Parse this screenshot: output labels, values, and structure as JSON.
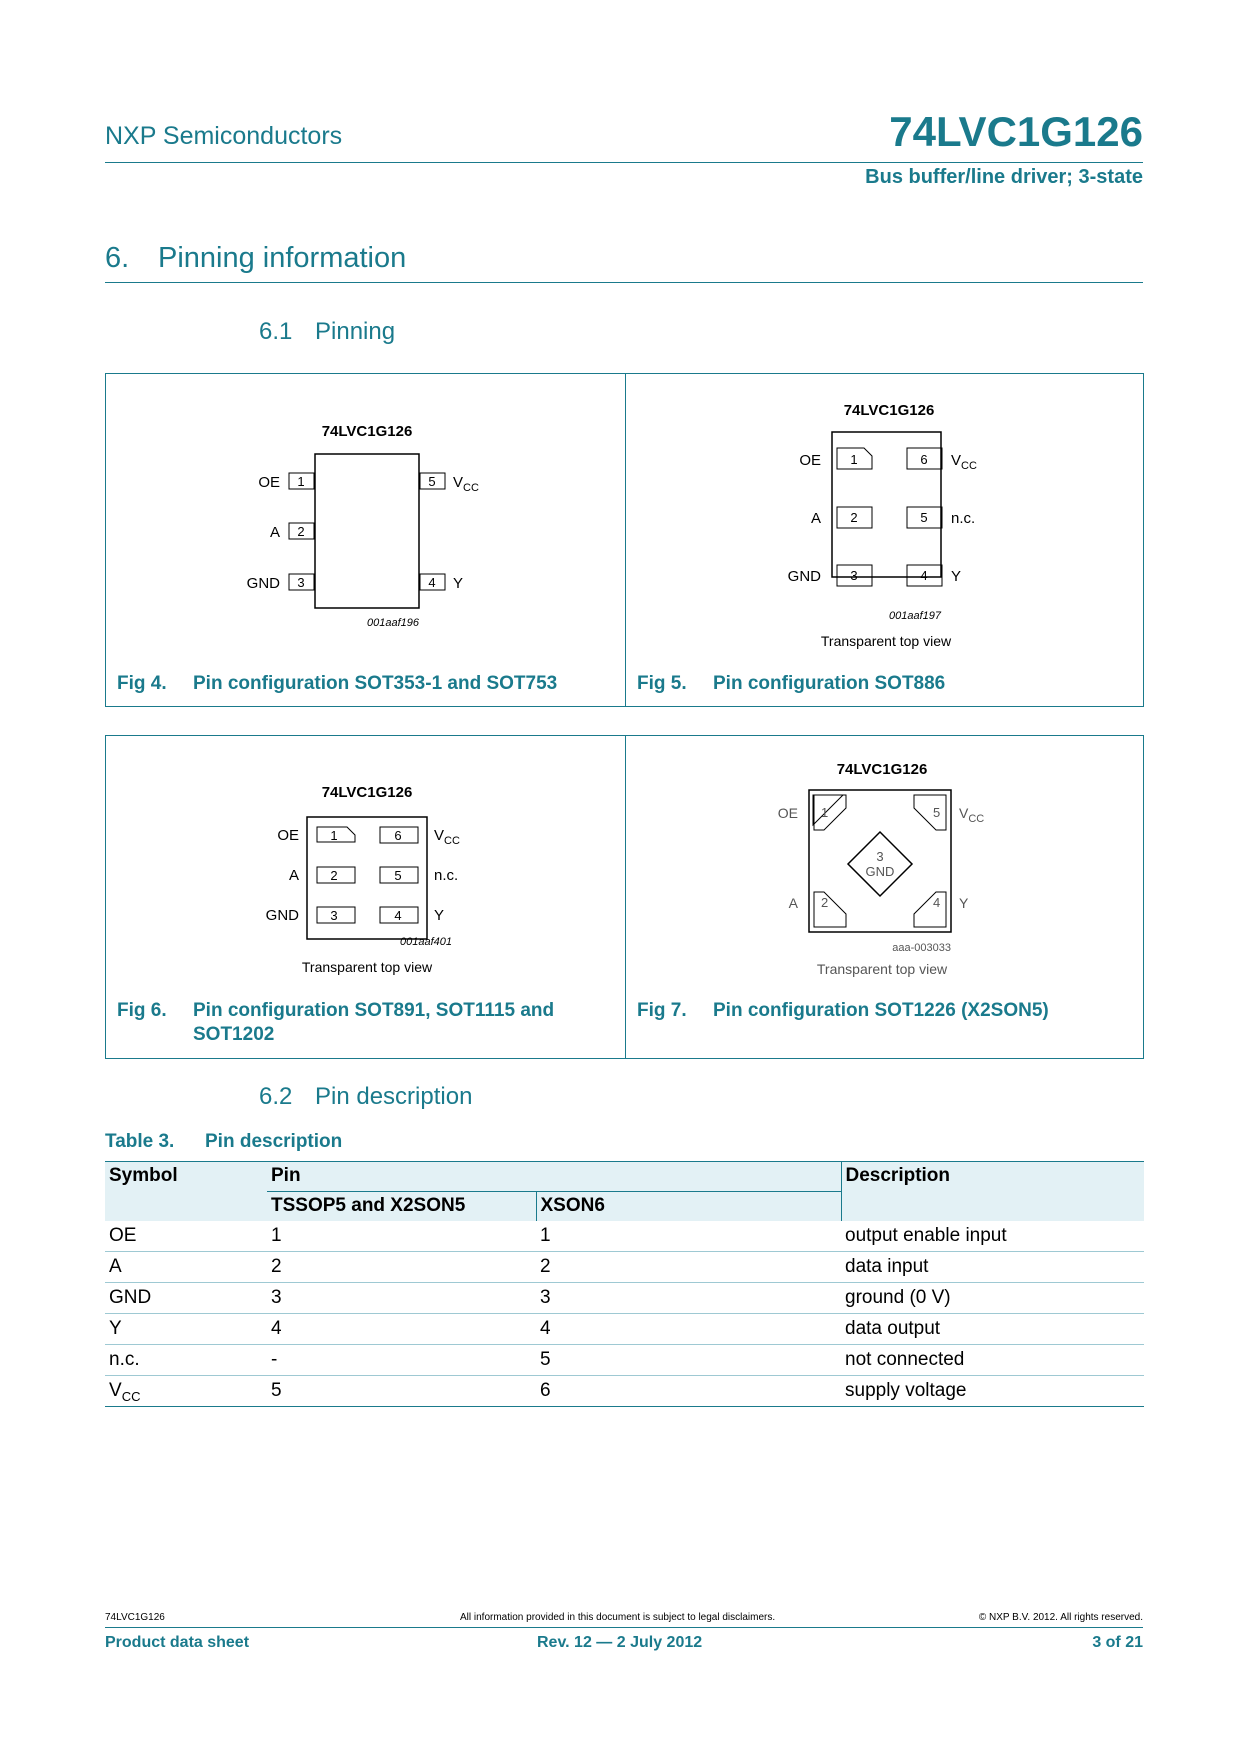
{
  "header": {
    "company": "NXP Semiconductors",
    "part_number": "74LVC1G126",
    "subtitle": "Bus buffer/line driver; 3-state"
  },
  "section": {
    "number": "6.",
    "title": "Pinning information"
  },
  "subsection_pinning": {
    "number": "6.1",
    "title": "Pinning"
  },
  "subsection_pin_description": {
    "number": "6.2",
    "title": "Pin description"
  },
  "figures": [
    {
      "number": "Fig 4.",
      "caption": "Pin configuration SOT353-1 and SOT753",
      "chip_label": "74LVC1G126",
      "code": "001aaf196",
      "left_pins": [
        {
          "name": "OE",
          "num": "1"
        },
        {
          "name": "A",
          "num": "2"
        },
        {
          "name": "GND",
          "num": "3"
        }
      ],
      "right_pins": [
        {
          "num": "5",
          "name": "V",
          "sub": "CC"
        },
        {
          "num": "4",
          "name": "Y"
        }
      ]
    },
    {
      "number": "Fig 5.",
      "caption": "Pin configuration SOT886",
      "chip_label": "74LVC1G126",
      "code": "001aaf197",
      "view": "Transparent top view",
      "left_pins": [
        {
          "name": "OE",
          "num": "1"
        },
        {
          "name": "A",
          "num": "2"
        },
        {
          "name": "GND",
          "num": "3"
        }
      ],
      "right_pins": [
        {
          "num": "6",
          "name": "V",
          "sub": "CC"
        },
        {
          "num": "5",
          "name": "n.c."
        },
        {
          "num": "4",
          "name": "Y"
        }
      ]
    },
    {
      "number": "Fig 6.",
      "caption_line1": "Pin configuration SOT891, SOT1115 and",
      "caption_line2": "SOT1202",
      "chip_label": "74LVC1G126",
      "code": "001aaf401",
      "view": "Transparent top view",
      "left_pins": [
        {
          "name": "OE",
          "num": "1"
        },
        {
          "name": "A",
          "num": "2"
        },
        {
          "name": "GND",
          "num": "3"
        }
      ],
      "right_pins": [
        {
          "num": "6",
          "name": "V",
          "sub": "CC"
        },
        {
          "num": "5",
          "name": "n.c."
        },
        {
          "num": "4",
          "name": "Y"
        }
      ]
    },
    {
      "number": "Fig 7.",
      "caption": "Pin configuration SOT1226 (X2SON5)",
      "chip_label": "74LVC1G126",
      "code": "aaa-003033",
      "view": "Transparent top view",
      "pins": {
        "oe": {
          "name": "OE",
          "num": "1"
        },
        "a": {
          "name": "A",
          "num": "2"
        },
        "gnd": {
          "name": "GND",
          "num": "3"
        },
        "y": {
          "name": "Y",
          "num": "4"
        },
        "vcc": {
          "name": "V",
          "sub": "CC",
          "num": "5"
        }
      }
    }
  ],
  "table": {
    "number": "Table 3.",
    "title": "Pin description",
    "headers": {
      "symbol": "Symbol",
      "pin": "Pin",
      "description": "Description",
      "tssop": "TSSOP5 and X2SON5",
      "xson": "XSON6"
    },
    "rows": [
      {
        "symbol": "OE",
        "tssop": "1",
        "xson": "1",
        "description": "output enable input"
      },
      {
        "symbol": "A",
        "tssop": "2",
        "xson": "2",
        "description": "data input"
      },
      {
        "symbol": "GND",
        "tssop": "3",
        "xson": "3",
        "description": "ground (0 V)"
      },
      {
        "symbol": "Y",
        "tssop": "4",
        "xson": "4",
        "description": "data output"
      },
      {
        "symbol": "n.c.",
        "tssop": "-",
        "xson": "5",
        "description": "not connected"
      },
      {
        "symbol": "V",
        "symbol_sub": "CC",
        "tssop": "5",
        "xson": "6",
        "description": "supply voltage"
      }
    ]
  },
  "footer": {
    "doc_id": "74LVC1G126",
    "disclaimer": "All information provided in this document is subject to legal disclaimers.",
    "copyright": "© NXP B.V. 2012. All rights reserved.",
    "doc_type": "Product data sheet",
    "revision": "Rev. 12 — 2 July 2012",
    "page": "3 of 21"
  }
}
